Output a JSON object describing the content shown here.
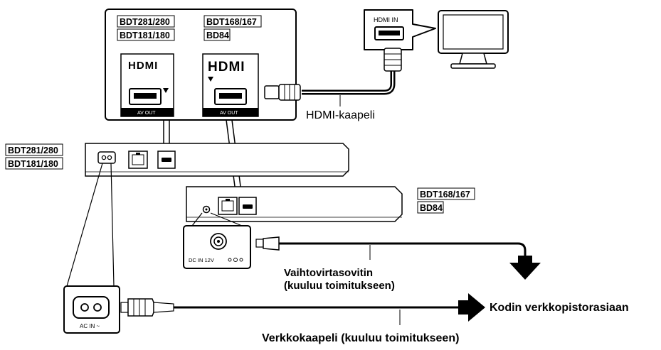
{
  "models": {
    "group_a_1": "BDT281/280",
    "group_a_2": "BDT181/180",
    "group_b_1": "BDT168/167",
    "group_b_2": "BD84"
  },
  "ports": {
    "hdmi_logo": "HDMI",
    "av_out": "AV OUT",
    "hdmi_in": "HDMI IN",
    "dc_in": "DC IN 12V",
    "ac_in": "AC IN ~"
  },
  "captions": {
    "hdmi_cable": "HDMI-kaapeli",
    "ac_adapter_1": "Vaihtovirtasovitin",
    "ac_adapter_2": "(kuuluu toimitukseen)",
    "home_outlet": "Kodin verkkopistorasiaan",
    "power_cable": "Verkkokaapeli (kuuluu toimitukseen)"
  },
  "colors": {
    "ink": "#000000",
    "panel": "#ffffff",
    "device_stroke": "#000000"
  }
}
